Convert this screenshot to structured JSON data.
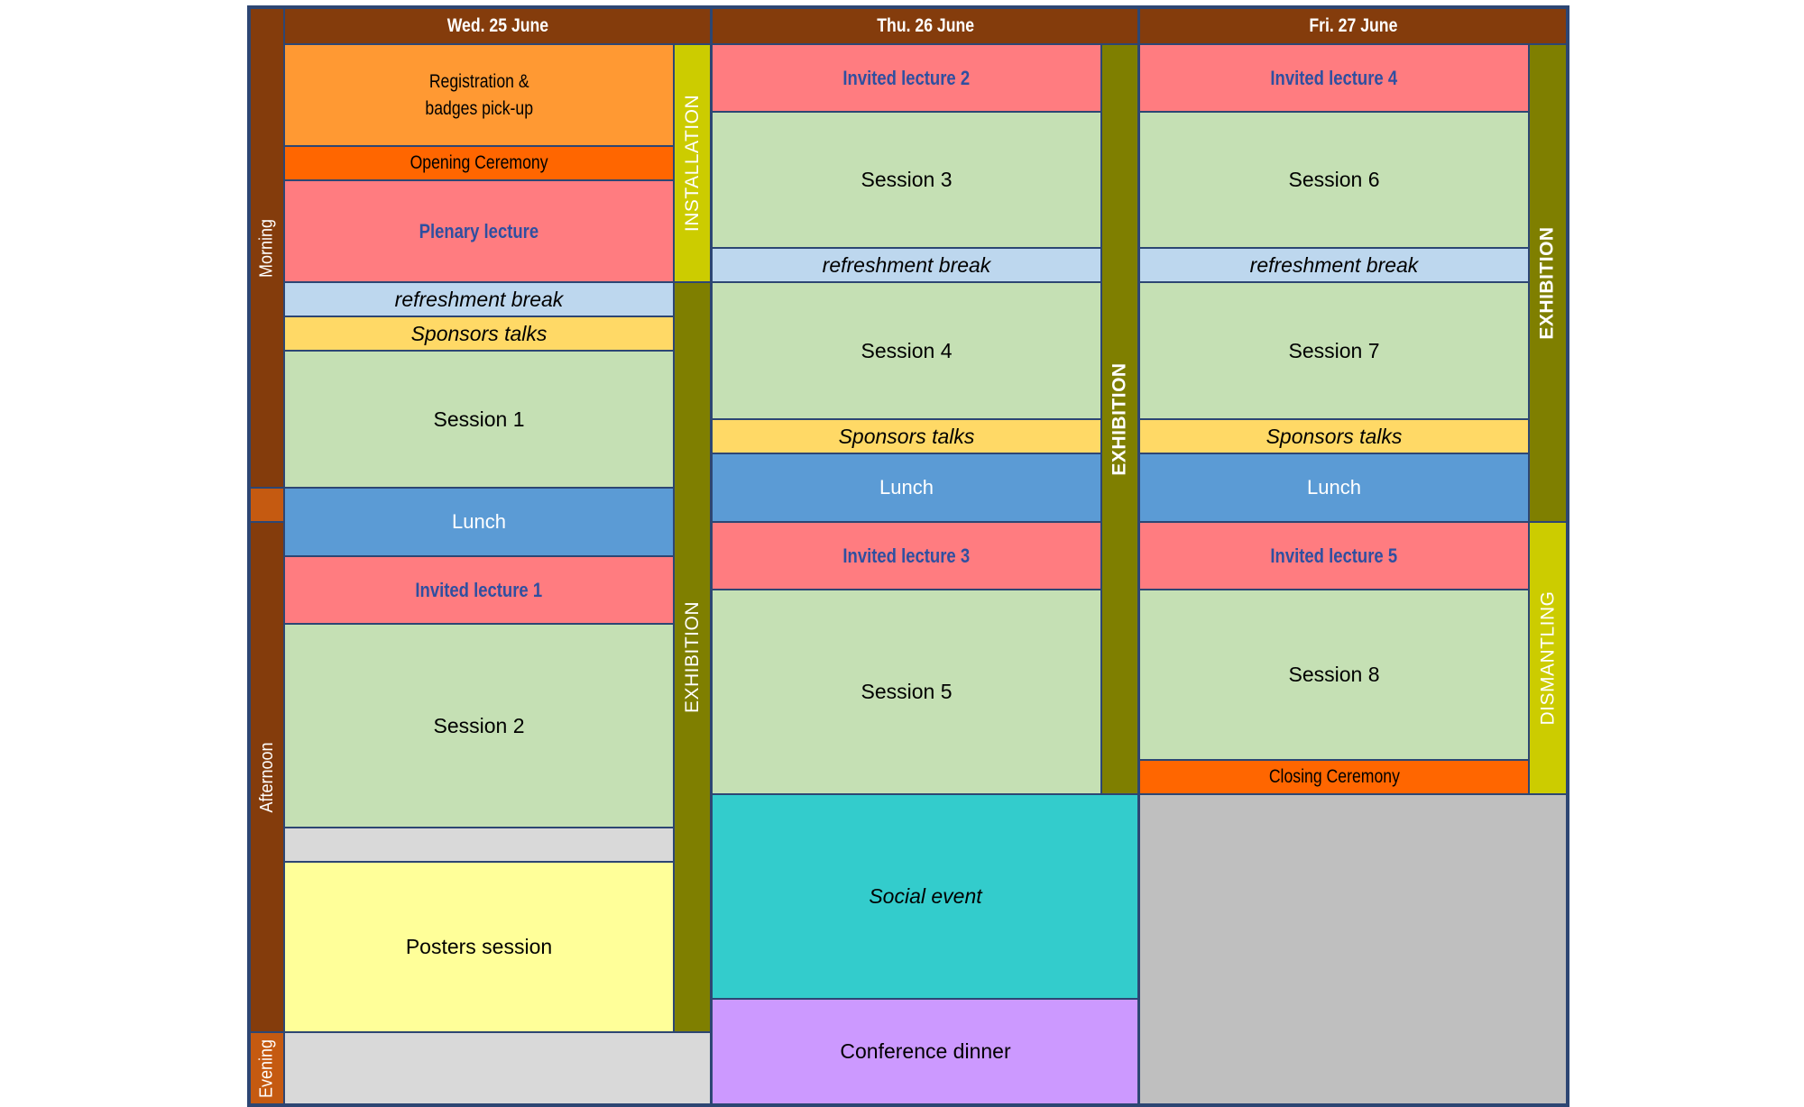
{
  "colors": {
    "header": "#843c0c",
    "timebar": "#843c0c",
    "timebar_gap": "#c55a11",
    "session": "#c5e0b4",
    "lecture": "#ff7c80",
    "lecture_text": "#2f4fa0",
    "break": "#bdd7ee",
    "sponsor": "#ffd966",
    "lunch": "#5b9bd5",
    "registration": "#ff9933",
    "ceremony": "#ff6600",
    "installation": "#cccc00",
    "exhibition": "#7f7f00",
    "gap": "#d9d9d9",
    "posters": "#ffff99",
    "social": "#33cccc",
    "dinner": "#cc99ff",
    "empty": "#bfbfbf",
    "border": "#2d4673"
  },
  "timebar": {
    "morning": "Morning",
    "afternoon": "Afternoon",
    "evening": "Evening"
  },
  "days": [
    {
      "header": "Wed. 25 June"
    },
    {
      "header": "Thu. 26 June"
    },
    {
      "header": "Fri. 27 June"
    }
  ],
  "wed": {
    "registration": "Registration &\nbadges pick-up",
    "opening": "Opening Ceremony",
    "plenary": "Plenary lecture",
    "refreshment": "refreshment break",
    "sponsors": "Sponsors talks",
    "session1": "Session 1",
    "lunch": "Lunch",
    "invited1": "Invited lecture 1",
    "session2": "Session 2",
    "posters": "Posters session",
    "installation": "INSTALLATION",
    "exhibition": "EXHIBITION"
  },
  "thu": {
    "invited2": "Invited lecture 2",
    "session3": "Session 3",
    "refreshment": "refreshment break",
    "session4": "Session 4",
    "sponsors": "Sponsors talks",
    "lunch": "Lunch",
    "invited3": "Invited lecture 3",
    "session5": "Session 5",
    "social": "Social event",
    "dinner": "Conference dinner",
    "exhibition": "EXHIBITION"
  },
  "fri": {
    "invited4": "Invited lecture 4",
    "session6": "Session 6",
    "refreshment": "refreshment break",
    "session7": "Session 7",
    "sponsors": "Sponsors talks",
    "lunch": "Lunch",
    "invited5": "Invited lecture 5",
    "session8": "Session 8",
    "closing": "Closing Ceremony",
    "exhibition": "EXHIBITION",
    "dismantling": "DISMANTLING"
  }
}
